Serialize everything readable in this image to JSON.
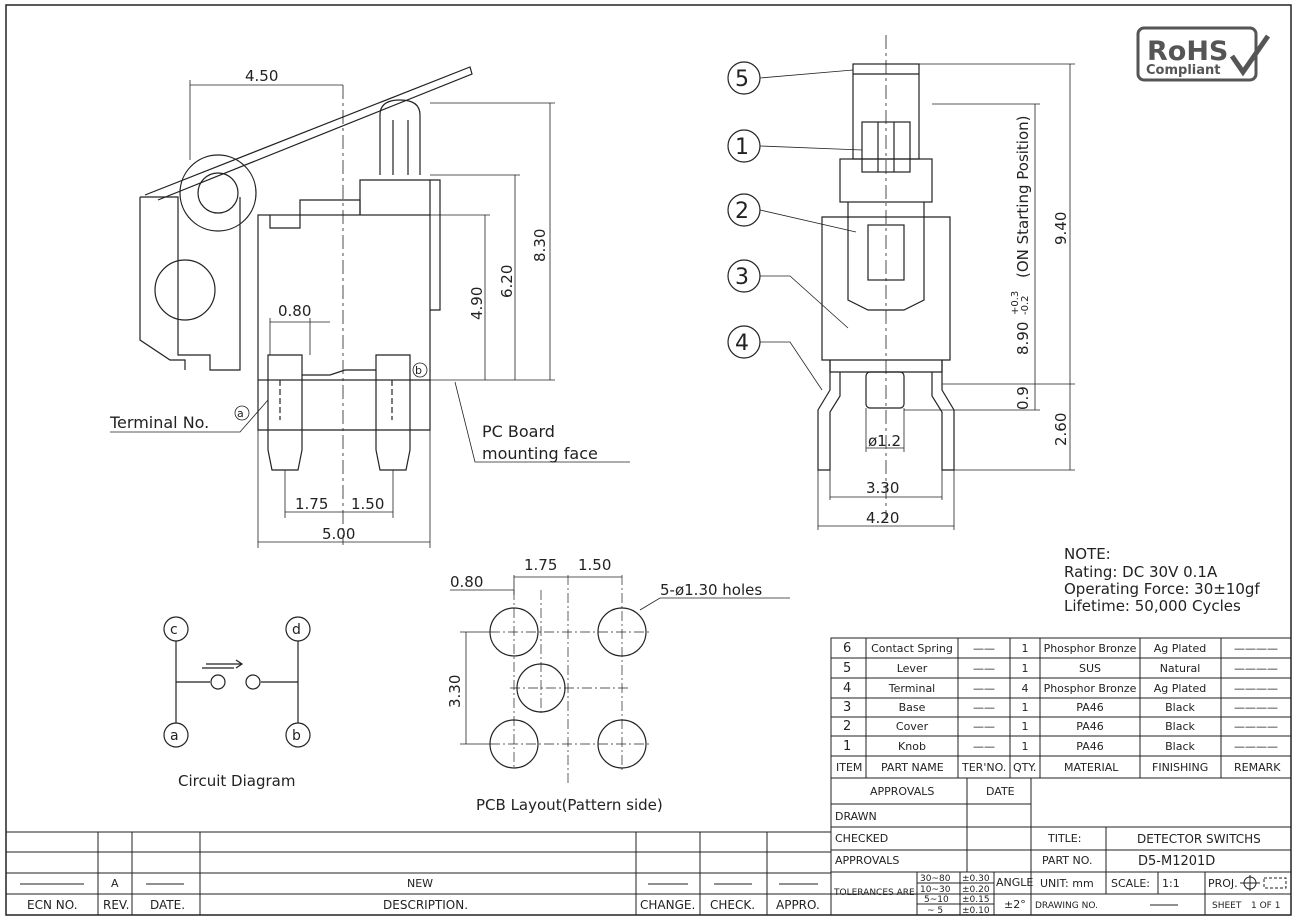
{
  "logo": {
    "line1": "RoHS",
    "line2": "Compliant"
  },
  "side_view": {
    "dim_top": "4.50",
    "dim_830": "8.30",
    "dim_620": "6.20",
    "dim_490": "4.90",
    "dim_080": "0.80",
    "dim_175": "1.75",
    "dim_150": "1.50",
    "dim_500": "5.00",
    "terminal_label": "Terminal No.",
    "term_a": "a",
    "term_b": "b",
    "pcb_line1": "PC Board",
    "pcb_line2": "mounting face"
  },
  "front_view": {
    "balloons": [
      "5",
      "1",
      "2",
      "3",
      "4"
    ],
    "dim_940": "9.40",
    "dim_890": "8.90",
    "dim_890_tol_up": "+0.3",
    "dim_890_tol_dn": "-0.2",
    "dim_890_note": "(ON Starting Position)",
    "dim_09": "0.9",
    "dim_260": "2.60",
    "dim_dia12": "ø1.2",
    "dim_330": "3.30",
    "dim_420": "4.20"
  },
  "note": {
    "title": "NOTE:",
    "lines": [
      "Rating: DC 30V 0.1A",
      "Operating Force: 30±10gf",
      "Lifetime:  50,000 Cycles"
    ]
  },
  "pcb_layout": {
    "dim_080": "0.80",
    "dim_175": "1.75",
    "dim_150": "1.50",
    "dim_330": "3.30",
    "holes": "5-ø1.30 holes",
    "caption": "PCB Layout(Pattern side)"
  },
  "circuit": {
    "caption": "Circuit Diagram",
    "terminals": [
      "c",
      "d",
      "a",
      "b"
    ]
  },
  "bom": {
    "headers": [
      "ITEM",
      "PART NAME",
      "TER'NO.",
      "QTY.",
      "MATERIAL",
      "FINISHING",
      "REMARK"
    ],
    "rows": [
      {
        "item": "6",
        "part": "Contact Spring",
        "ter": "——",
        "qty": "1",
        "material": "Phosphor Bronze",
        "finish": "Ag Plated",
        "remark": "————"
      },
      {
        "item": "5",
        "part": "Lever",
        "ter": "——",
        "qty": "1",
        "material": "SUS",
        "finish": "Natural",
        "remark": "————"
      },
      {
        "item": "4",
        "part": "Terminal",
        "ter": "——",
        "qty": "4",
        "material": "Phosphor Bronze",
        "finish": "Ag Plated",
        "remark": "————"
      },
      {
        "item": "3",
        "part": "Base",
        "ter": "——",
        "qty": "1",
        "material": "PA46",
        "finish": "Black",
        "remark": "————"
      },
      {
        "item": "2",
        "part": "Cover",
        "ter": "——",
        "qty": "1",
        "material": "PA46",
        "finish": "Black",
        "remark": "————"
      },
      {
        "item": "1",
        "part": "Knob",
        "ter": "——",
        "qty": "1",
        "material": "PA46",
        "finish": "Black",
        "remark": "————"
      }
    ]
  },
  "title_block": {
    "approvals": "APPROVALS",
    "date": "DATE",
    "drawn": "DRAWN",
    "checked": "CHECKED",
    "approvals2": "APPROVALS",
    "tolerances": "TOLERANCES ARE",
    "tol_rows": [
      [
        "30~80",
        "±0.30"
      ],
      [
        "10~30",
        "±0.20"
      ],
      [
        "5~10",
        "±0.15"
      ],
      [
        "~ 5",
        "±0.10"
      ]
    ],
    "angle": "ANGLE",
    "angle_val": "±2°",
    "title_label": "TITLE:",
    "title_val": "DETECTOR SWITCHS",
    "part_label": "PART NO.",
    "part_val": "D5-M1201D",
    "unit": "UNIT: mm",
    "scale": "SCALE:",
    "scale_val": "1:1",
    "proj": "PROJ.",
    "drawing_no": "DRAWING NO.",
    "drawing_val": "————",
    "sheet": "SHEET",
    "sheet_val": "1 OF 1"
  },
  "revision": {
    "row_rev": "A",
    "row_desc": "NEW",
    "ecn": "ECN NO.",
    "rev": "REV.",
    "date": "DATE.",
    "desc": "DESCRIPTION.",
    "change": "CHANGE.",
    "check": "CHECK.",
    "appro": "APPRO."
  }
}
